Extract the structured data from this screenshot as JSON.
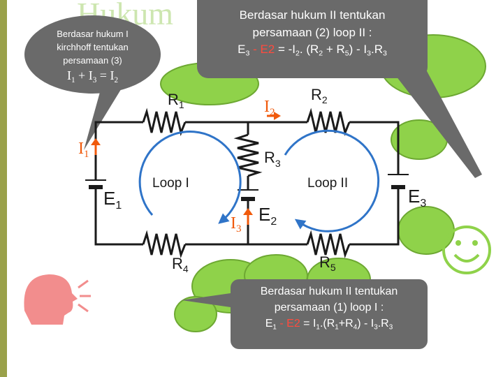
{
  "colors": {
    "strip": "#9aa14a",
    "wire": "#1a1a1a",
    "loop_arrow": "#2f74c8",
    "current_arrow": "#f05a0c",
    "bubble": "#6a6a6a",
    "highlight": "#ff4b3e",
    "cloud": "#8fd24a",
    "smiley": "#8fd24a"
  },
  "bubbles": {
    "top_left": {
      "line1": "Berdasar hukum I",
      "line2": "kirchhoff tentukan",
      "line3": "persamaan (3)",
      "eq": {
        "a": "I",
        "a_sub": "1",
        "op1": " + ",
        "b": "I",
        "b_sub": "3",
        "op2": " = ",
        "c": "I",
        "c_sub": "2"
      }
    },
    "top_right": {
      "line1": "Berdasar hukum II tentukan",
      "line2": "persamaan (2) loop II :",
      "eq": {
        "e": "E",
        "e_sub": "3",
        "minus": " - E2",
        "rest1": " = -I",
        "i_sub": "2",
        "rest2": ". (R",
        "r1_sub": "2",
        "plus": " + R",
        "r2_sub": "5",
        "rest3": ") - I",
        "i3_sub": "3",
        "rest4": ".R",
        "r3_sub": "3"
      }
    },
    "bottom": {
      "line1": "Berdasar hukum II tentukan",
      "line2": "persamaan (1) loop I :",
      "eq": {
        "e": "E",
        "e_sub": "1",
        "minus": " - E2",
        "rest1": " = I",
        "i_sub": "1",
        "rest2": ".(R",
        "r1_sub": "1",
        "plus": "+R",
        "r2_sub": "4",
        "rest3": ") - I",
        "i3_sub": "3",
        "rest4": ".R",
        "r3_sub": "3"
      }
    }
  },
  "circuit": {
    "R1": {
      "main": "R",
      "sub": "1"
    },
    "R2": {
      "main": "R",
      "sub": "2"
    },
    "R3": {
      "main": "R",
      "sub": "3"
    },
    "R4": {
      "main": "R",
      "sub": "4"
    },
    "R5": {
      "main": "R",
      "sub": "5"
    },
    "E1": {
      "main": "E",
      "sub": "1"
    },
    "E2": {
      "main": "E",
      "sub": "2"
    },
    "E3": {
      "main": "E",
      "sub": "3"
    },
    "I1": {
      "main": "I",
      "sub": "1"
    },
    "I2": {
      "main": "I",
      "sub": "2"
    },
    "I3": {
      "main": "I",
      "sub": "3"
    },
    "loop1": "Loop I",
    "loop2": "Loop II"
  },
  "icons": {
    "speaker": "speaking-head-icon",
    "smiley": "smiley-face-icon"
  }
}
